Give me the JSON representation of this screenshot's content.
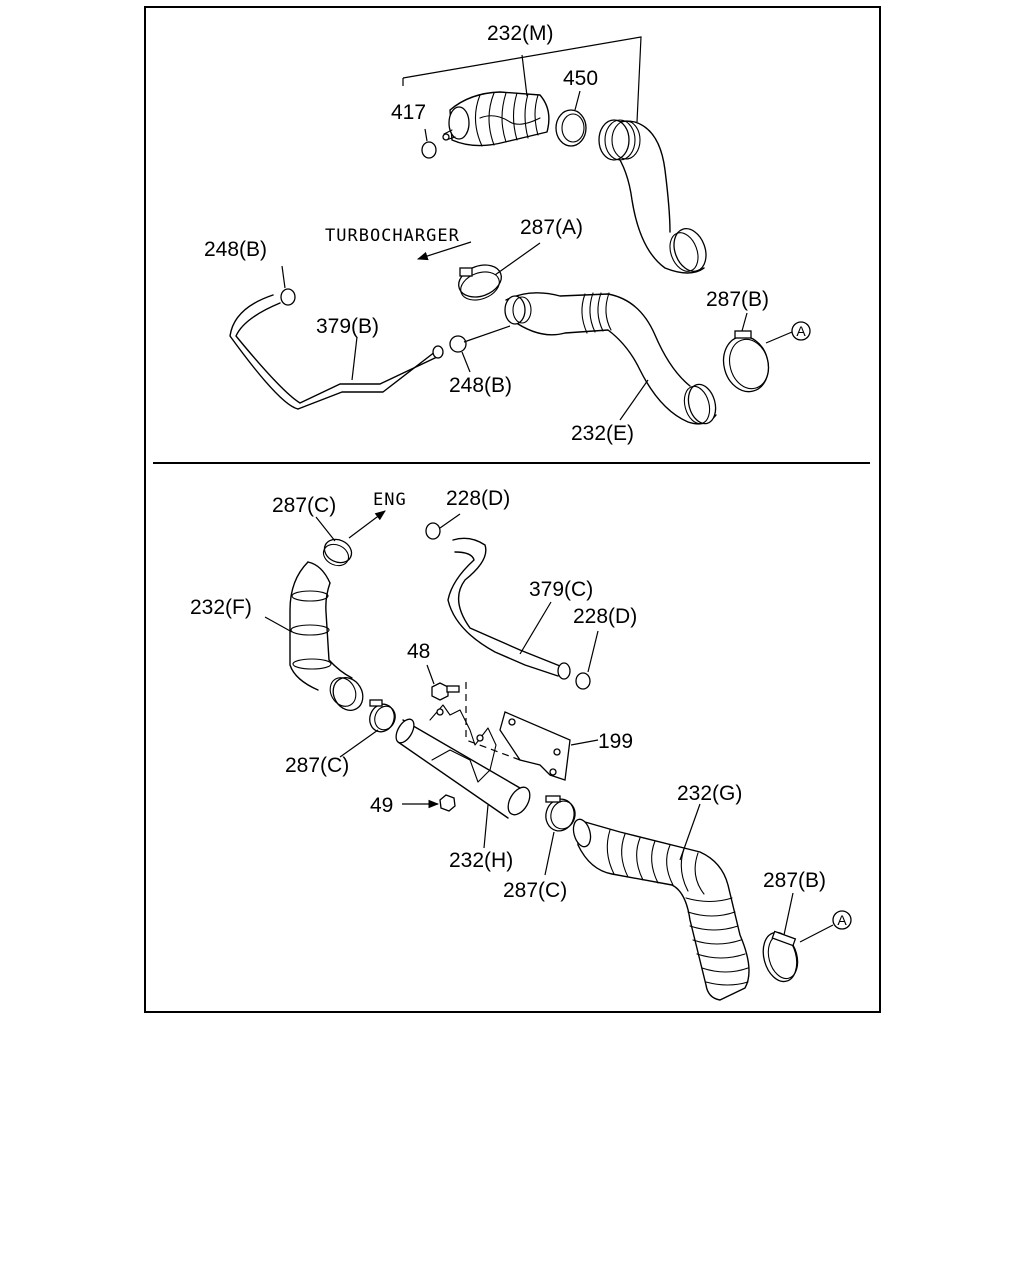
{
  "top_section": {
    "labels": {
      "hose_232m": "232(M)",
      "ring_450": "450",
      "clamp_417": "417",
      "turbocharger": "TURBOCHARGER",
      "clamp_287a": "287(A)",
      "clamp_248b_top": "248(B)",
      "hose_379b": "379(B)",
      "clamp_248b_bottom": "248(B)",
      "clamp_287b": "287(B)",
      "ref_a": "A",
      "hose_232e": "232(E)"
    }
  },
  "bottom_section": {
    "labels": {
      "clamp_287c_top": "287(C)",
      "eng": "ENG",
      "clamp_228d_top": "228(D)",
      "hose_379c": "379(C)",
      "clamp_228d_right": "228(D)",
      "hose_232f": "232(F)",
      "bolt_48": "48",
      "bracket_199": "199",
      "clamp_287c_left": "287(C)",
      "hose_232g": "232(G)",
      "nut_49": "49",
      "pipe_232h": "232(H)",
      "clamp_287c_bottom": "287(C)",
      "clamp_287b": "287(B)",
      "ref_a": "A"
    }
  }
}
